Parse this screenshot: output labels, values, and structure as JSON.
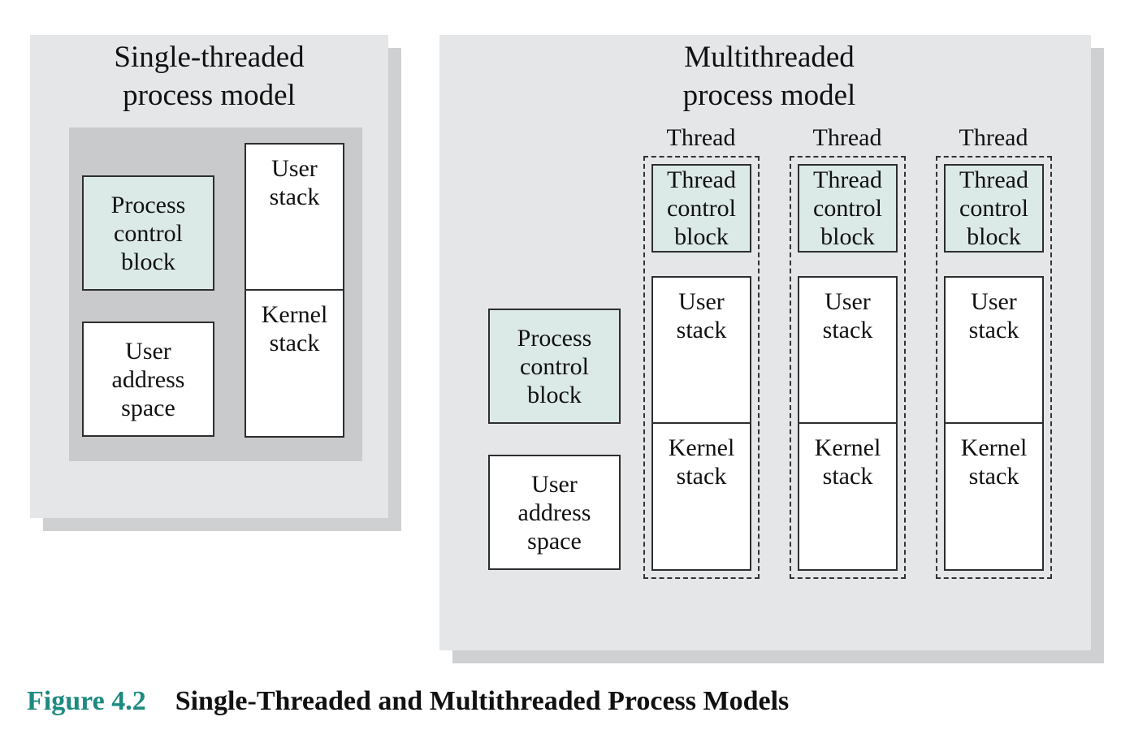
{
  "single": {
    "title": "Single-threaded\nprocess model",
    "pcb": "Process\ncontrol\nblock",
    "user_address_space": "User\naddress\nspace",
    "user_stack": "User\nstack",
    "kernel_stack": "Kernel\nstack"
  },
  "multi": {
    "title": "Multithreaded\nprocess model",
    "pcb": "Process\ncontrol\nblock",
    "user_address_space": "User\naddress\nspace",
    "threads": [
      {
        "label": "Thread",
        "tcb": "Thread\ncontrol\nblock",
        "user_stack": "User\nstack",
        "kernel_stack": "Kernel\nstack"
      },
      {
        "label": "Thread",
        "tcb": "Thread\ncontrol\nblock",
        "user_stack": "User\nstack",
        "kernel_stack": "Kernel\nstack"
      },
      {
        "label": "Thread",
        "tcb": "Thread\ncontrol\nblock",
        "user_stack": "User\nstack",
        "kernel_stack": "Kernel\nstack"
      }
    ]
  },
  "caption": {
    "figure_number": "Figure 4.2",
    "title": "Single-Threaded and Multithreaded Process Models"
  },
  "colors": {
    "panel": "#e5e6e8",
    "panel_shadow": "#cfd0d2",
    "inner_gray": "#c9cacc",
    "control_block_fill": "#dbe9e7",
    "caption_figure_number": "#1d8a80"
  }
}
